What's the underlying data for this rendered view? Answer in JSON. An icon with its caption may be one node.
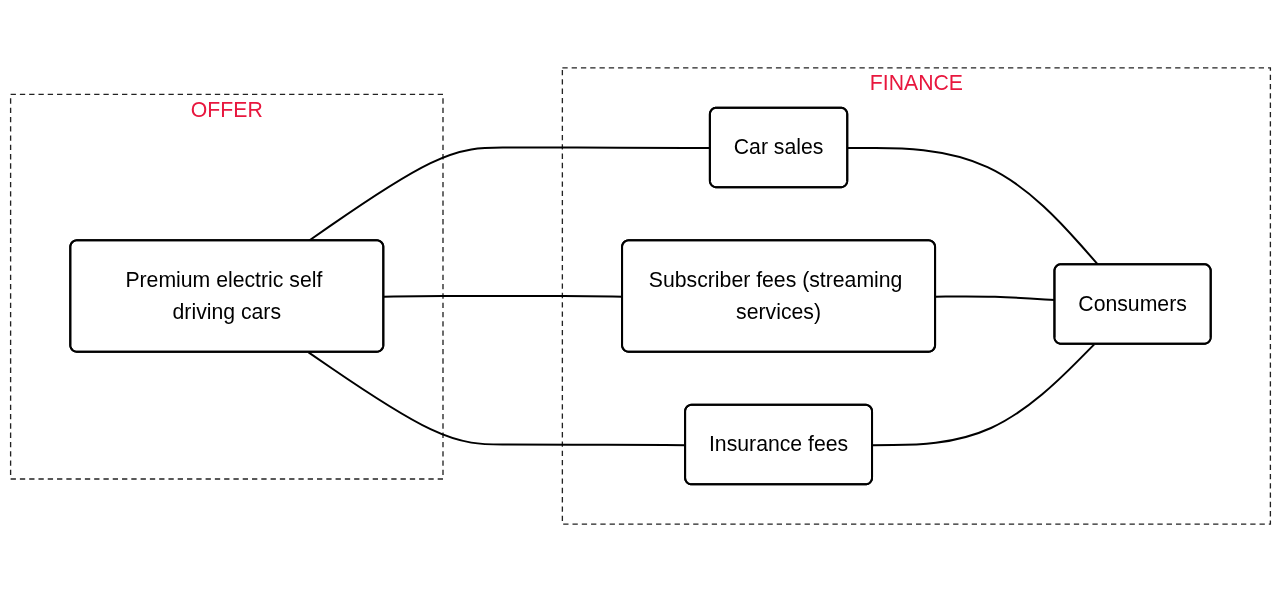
{
  "diagram": {
    "nodes": [
      {
        "text": [
          "OFFER"
        ]
      },
      {
        "text": [
          "Premium electric self driving cars"
        ],
        "in": 0
      },
      {
        "text": [
          "FINANCE"
        ]
      },
      {
        "text": [
          "Car sales"
        ],
        "in": 2
      },
      {
        "text": [
          "Subscriber fees (streaming services)"
        ],
        "in": 2
      },
      {
        "text": [
          "Insurance fees"
        ],
        "in": 2
      },
      {
        "text": [
          "Consumers"
        ],
        "in": 2
      }
    ],
    "edges": [
      {
        "from": 1,
        "to": 3,
        "arrow": "none"
      },
      {
        "from": 1,
        "to": 4,
        "arrow": "none"
      },
      {
        "from": 1,
        "to": 5,
        "arrow": "none"
      },
      {
        "from": 3,
        "to": 6,
        "arrow": "none"
      },
      {
        "from": 4,
        "to": 6,
        "arrow": "none"
      },
      {
        "from": 5,
        "to": 6,
        "arrow": "none"
      }
    ]
  }
}
